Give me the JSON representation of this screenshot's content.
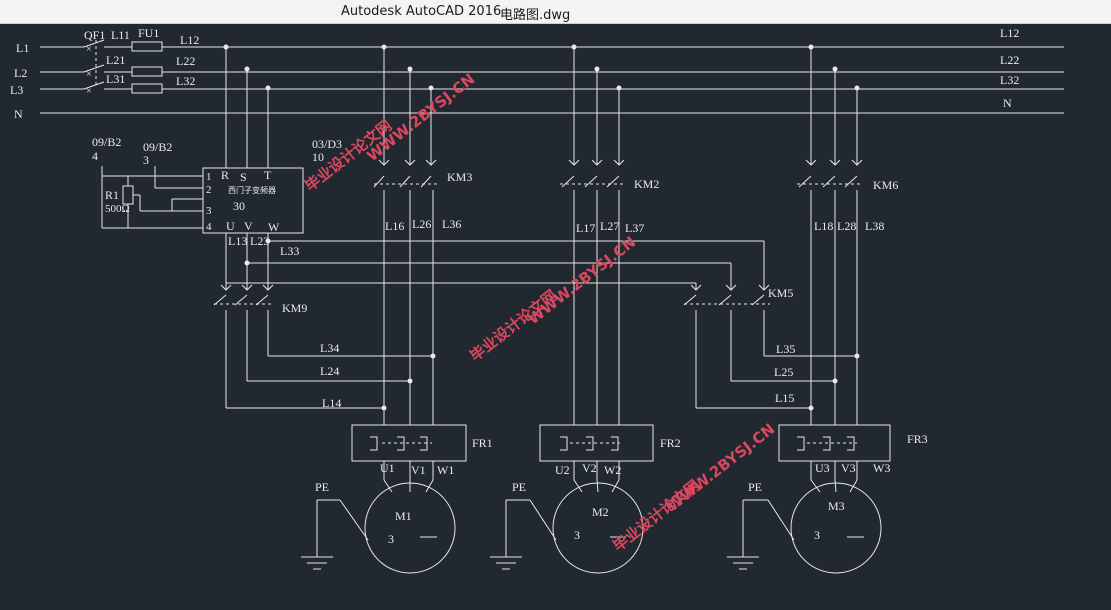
{
  "window": {
    "app_title": "Autodesk AutoCAD 2016",
    "file_name": "电路图.dwg"
  },
  "colors": {
    "background": "#212830",
    "line": "#e8e8e8",
    "watermark": "#d9485f"
  },
  "drawing": {
    "bus": {
      "left": [
        "L1",
        "L2",
        "L3",
        "N"
      ],
      "after_fuse": [
        "L12",
        "L22",
        "L32"
      ],
      "right": [
        "L12",
        "L22",
        "L32",
        "N"
      ],
      "feed": [
        "L11",
        "L21",
        "L31"
      ],
      "breaker": "QF1",
      "fuse": "FU1"
    },
    "vfd": {
      "ref_left": "09/B2",
      "ref_left_num": "4",
      "ref_mid": "09/B2",
      "ref_mid_num": "3",
      "ref_right": "03/D3",
      "ref_right_num": "10",
      "resistor": "R1",
      "resistor_value": "500Ω",
      "pins": [
        "1",
        "2",
        "3",
        "4"
      ],
      "inputs": [
        "R",
        "S",
        "T"
      ],
      "outputs": [
        "U",
        "V",
        "W"
      ],
      "name": "西门子变频器",
      "number": "30",
      "out_labels": [
        "L13",
        "L23",
        "L33"
      ]
    },
    "contactors": [
      "KM3",
      "KM2",
      "KM6",
      "KM9",
      "KM5"
    ],
    "wires": {
      "group1": [
        "L16",
        "L26",
        "L36"
      ],
      "group2": [
        "L17",
        "L27",
        "L37"
      ],
      "group3": [
        "L18",
        "L28",
        "L38"
      ],
      "left_ret": [
        "L34",
        "L24",
        "L14"
      ],
      "right_ret": [
        "L35",
        "L25",
        "L15"
      ]
    },
    "relays": [
      "FR1",
      "FR2",
      "FR3"
    ],
    "motors": [
      {
        "name": "M1",
        "phase": "3",
        "terms": [
          "U1",
          "V1",
          "W1"
        ]
      },
      {
        "name": "M2",
        "phase": "3",
        "terms": [
          "U2",
          "V2",
          "W2"
        ]
      },
      {
        "name": "M3",
        "phase": "3",
        "terms": [
          "U3",
          "V3",
          "W3"
        ]
      }
    ],
    "ground": "PE",
    "watermark_url": "WWW.2BYSJ.CN",
    "watermark_cn": "毕业设计论文网"
  }
}
